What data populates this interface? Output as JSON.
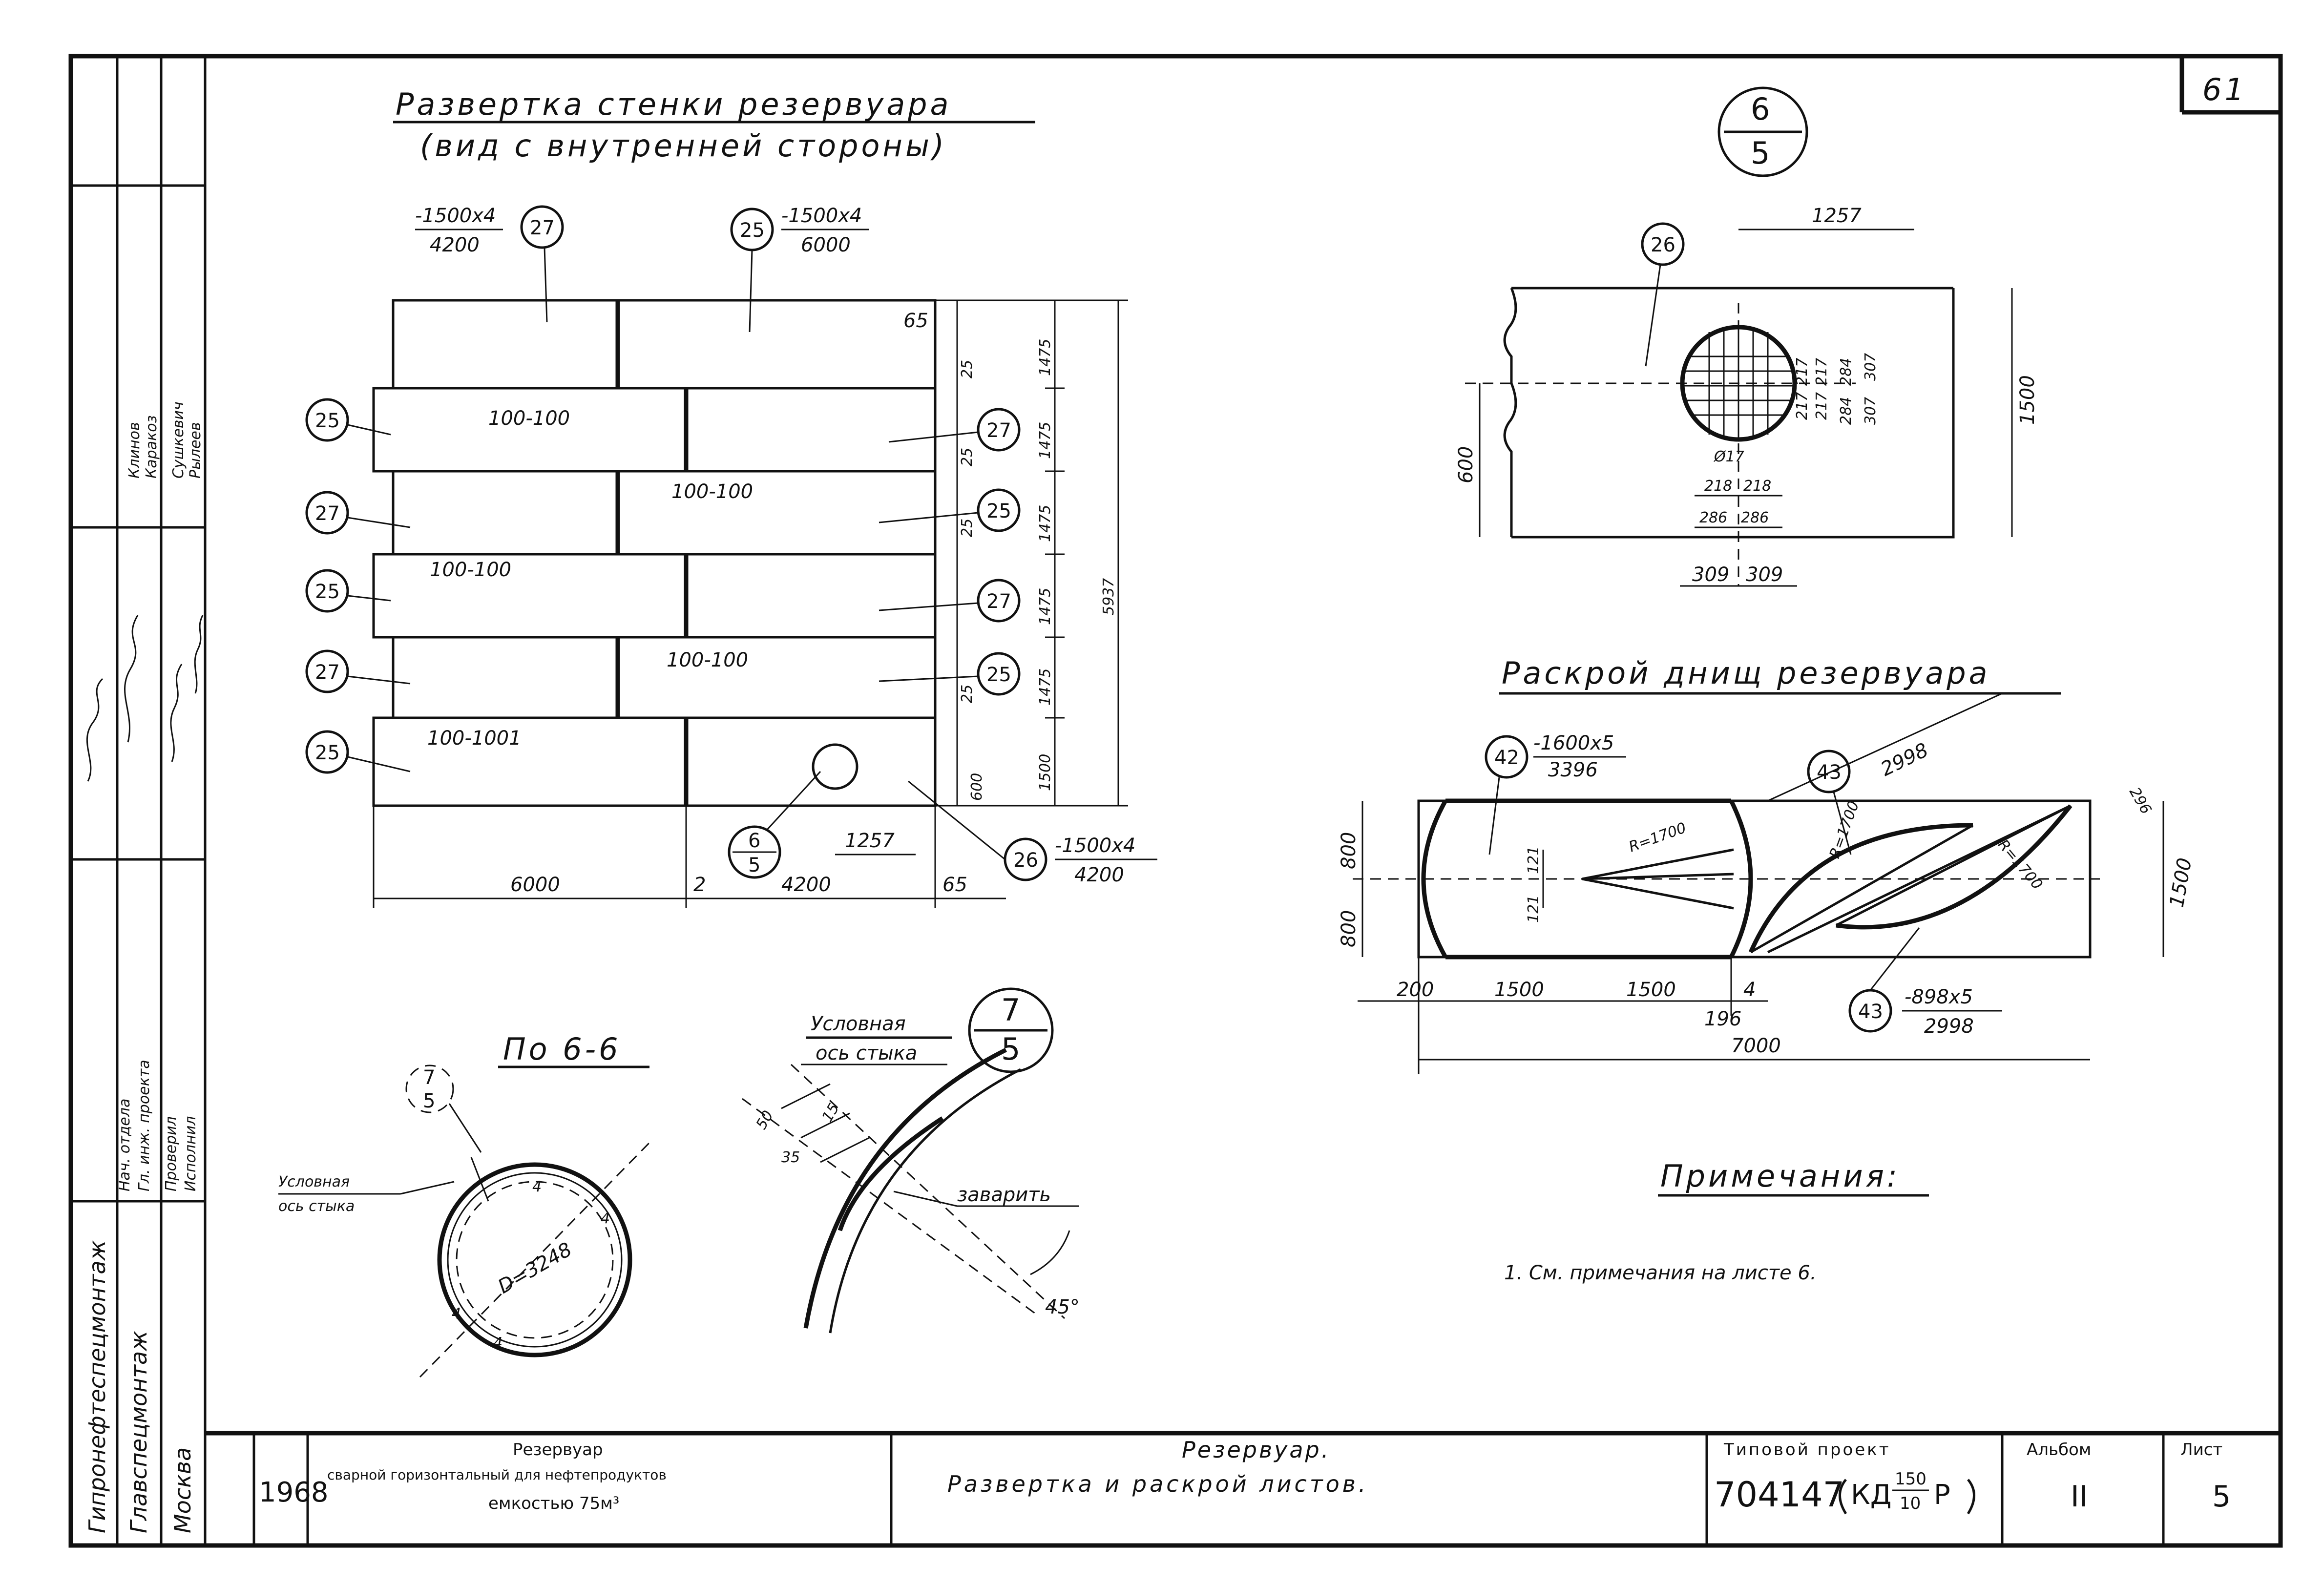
{
  "sheet": {
    "corner_number": "61",
    "page_number": "5"
  },
  "wall_unfold": {
    "title": "Развертка стенки резервуара",
    "subtitle": "(вид с внутренней стороны)",
    "callout_27_top": {
      "fraction": "-1500x4",
      "length": "4200",
      "mark": "27"
    },
    "callout_25_top": {
      "fraction": "-1500x4",
      "length": "6000",
      "mark": "25"
    },
    "weld_labels": [
      "100-100",
      "100-100",
      "100-100",
      "100-100",
      "100-1001"
    ],
    "left_marks": [
      "25",
      "27",
      "25",
      "27",
      "25"
    ],
    "right_marks": [
      "27",
      "25",
      "27",
      "25"
    ],
    "dims_right_small": [
      "65",
      "25",
      "25",
      "25",
      "25"
    ],
    "dims_rows": [
      "1475",
      "1475",
      "1475",
      "1475",
      "1475",
      "1500"
    ],
    "dim_overall": "5937",
    "dim_600": "600",
    "ref_6_5": {
      "num": "6",
      "den": "5"
    },
    "callout_26": {
      "fraction": "-1500x4",
      "length": "4200",
      "mark": "26"
    },
    "dim_1257": "1257",
    "bottom_dims": [
      "6000",
      "2",
      "4200",
      "65"
    ]
  },
  "detail_6_5": {
    "ref": {
      "num": "6",
      "den": "5"
    },
    "mark": "26",
    "dim_top": "1257",
    "dim_height": "1500",
    "dim_600": "600",
    "vert_dims": [
      "217",
      "217",
      "217",
      "217",
      "284",
      "284",
      "307",
      "307"
    ],
    "hatch_dims": [
      "Ø17",
      "218",
      "218",
      "286",
      "286"
    ],
    "bottom_dims": [
      "309",
      "309"
    ]
  },
  "bottoms": {
    "title": "Раскрой днищ резервуара",
    "mark_42": {
      "mark": "42",
      "fraction": "-1600x5",
      "length": "3396"
    },
    "mark_43a": "43",
    "mark_43b": {
      "mark": "43",
      "fraction": "-898x5",
      "length": "2998"
    },
    "radius_1": "R=1700",
    "radius_2": "R=1700",
    "radius_3": "R=1700",
    "dims_left": [
      "800",
      "800"
    ],
    "dims_121": [
      "121",
      "121"
    ],
    "dim_2998": "2998",
    "dim_296": "296",
    "dim_1500": "1500",
    "bottom_dims": [
      "200",
      "1500",
      "1500",
      "4"
    ],
    "dim_196": "196",
    "dim_7000": "7000"
  },
  "section_66": {
    "title": "По 6-6",
    "ref": {
      "num": "7",
      "den": "5"
    },
    "axis_label_1": "Условная",
    "axis_label_2": "ось стыка",
    "diameter": "D=3248",
    "small_marks": [
      "4",
      "4",
      "4",
      "4"
    ]
  },
  "detail_7_5": {
    "ref": {
      "num": "7",
      "den": "5"
    },
    "axis_label_1": "Условная",
    "axis_label_2": "ось стыка",
    "dims": [
      "50",
      "35",
      "15"
    ],
    "weld_note": "заварить",
    "angle": "45°"
  },
  "notes": {
    "title": "Примечания:",
    "items": [
      "1. См. примечания на листе 6."
    ]
  },
  "title_block": {
    "year": "1968",
    "object_title_1": "Резервуар",
    "object_title_2": "сварной горизонтальный для нефтепродуктов",
    "object_title_3": "емкостью 75м³",
    "sheet_title_1": "Резервуар.",
    "sheet_title_2": "Развертка и раскрой листов.",
    "project_label": "Типовой проект",
    "project_number": "704147",
    "project_code": "КД",
    "project_frac_num": "150",
    "project_frac_den": "10",
    "project_suffix": "Р",
    "album_label": "Альбом",
    "album_value": "II",
    "sheet_label": "Лист",
    "sheet_value": "5"
  },
  "left_stamp": {
    "roles": [
      "Нач. отдела",
      "Гл. инж. проекта",
      "Проверил",
      "Исполнил"
    ],
    "names": [
      "Клинов",
      "Каракоз",
      "Сушкевич",
      "Рылеев"
    ],
    "org_1": "Гипронефтеспецмонтаж",
    "org_2": "Главспецмонтаж",
    "org_3": "Москва"
  }
}
